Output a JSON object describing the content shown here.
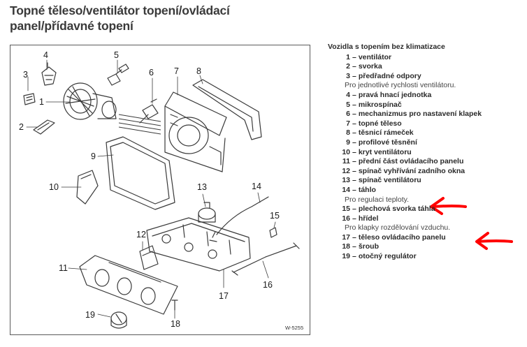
{
  "title": {
    "line1": "Topné těleso/ventilátor topení/ovládací",
    "line2": "panel/přídavné topení"
  },
  "drawing_code": "W-5255",
  "callout_numbers": [
    "1",
    "2",
    "3",
    "4",
    "5",
    "6",
    "7",
    "8",
    "9",
    "10",
    "11",
    "12",
    "13",
    "14",
    "15",
    "16",
    "17",
    "18",
    "19"
  ],
  "legend": {
    "heading": "Vozidla s topením bez klimatizace",
    "items": [
      {
        "n": "1",
        "text": "ventilátor"
      },
      {
        "n": "2",
        "text": "svorka"
      },
      {
        "n": "3",
        "text": "předřadné odpory",
        "note": "Pro jednotlivé rychlosti ventilátoru."
      },
      {
        "n": "4",
        "text": "pravá hnací jednotka"
      },
      {
        "n": "5",
        "text": "mikrospínač"
      },
      {
        "n": "6",
        "text": "mechanizmus pro nastavení klapek"
      },
      {
        "n": "7",
        "text": "topné těleso"
      },
      {
        "n": "8",
        "text": "těsnicí rámeček"
      },
      {
        "n": "9",
        "text": "profilové těsnění"
      },
      {
        "n": "10",
        "text": "kryt ventilátoru"
      },
      {
        "n": "11",
        "text": "přední část ovládacího panelu"
      },
      {
        "n": "12",
        "text": "spínač vyhřívání zadního okna"
      },
      {
        "n": "13",
        "text": "spínač ventilátoru"
      },
      {
        "n": "14",
        "text": "táhlo",
        "note": "Pro regulaci teploty."
      },
      {
        "n": "15",
        "text": "plechová svorka táhla"
      },
      {
        "n": "16",
        "text": "hřídel",
        "note": "Pro klapky rozdělování vzduchu."
      },
      {
        "n": "17",
        "text": "těleso ovládacího panelu"
      },
      {
        "n": "18",
        "text": "šroub"
      },
      {
        "n": "19",
        "text": "otočný regulátor"
      }
    ]
  },
  "colors": {
    "annotation_arrow": "#ff0000",
    "frame": "#5a5a5a",
    "text": "#2a2a2a"
  }
}
